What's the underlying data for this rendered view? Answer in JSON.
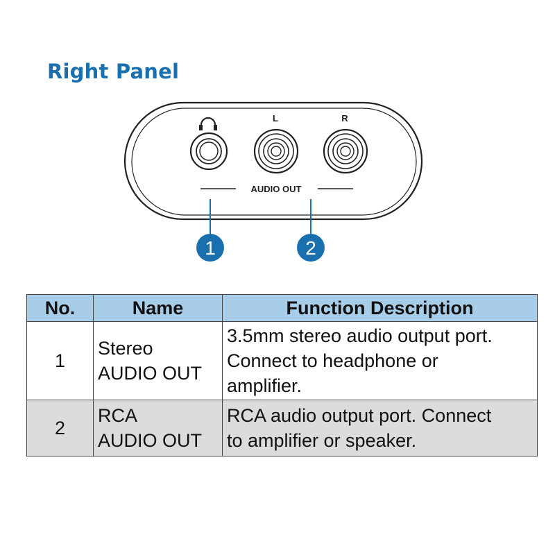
{
  "title": "Right Panel",
  "panel": {
    "headphone_icon": "headphone-icon",
    "left_label": "L",
    "right_label": "R",
    "group_label": "AUDIO OUT",
    "callouts": [
      "1",
      "2"
    ],
    "colors": {
      "callout_fill": "#1a6fae",
      "title": "#1a6fae",
      "header_bg": "#a8cde8",
      "row_alt_bg": "#dcdcdc"
    }
  },
  "table": {
    "headers": [
      "No.",
      "Name",
      "Function Description"
    ],
    "rows": [
      {
        "no": "1",
        "name_line1": "Stereo",
        "name_line2": "AUDIO OUT",
        "desc_line1": "3.5mm stereo audio output port.",
        "desc_line2": "Connect to headphone or",
        "desc_line3": "amplifier."
      },
      {
        "no": "2",
        "name_line1": "RCA",
        "name_line2": "AUDIO OUT",
        "desc_line1": "RCA audio output port. Connect",
        "desc_line2": "to amplifier or speaker."
      }
    ]
  }
}
